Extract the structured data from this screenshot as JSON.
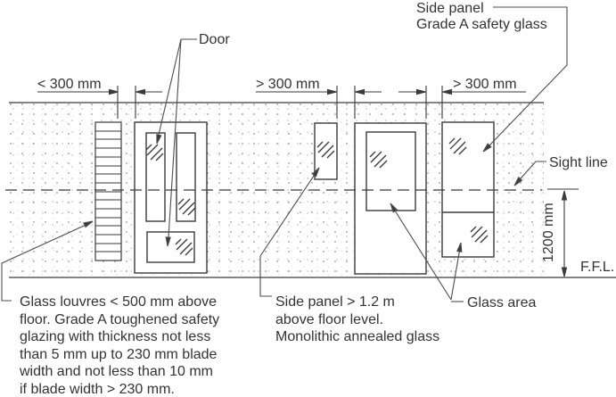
{
  "labels": {
    "door": "Door",
    "side_panel_line1": "Side panel",
    "side_panel_line2": "Grade A safety glass",
    "sight_line": "Sight line",
    "glass_area": "Glass area",
    "ffl": "F.F.L.",
    "height_dimension": "1200 mm"
  },
  "dimensions": {
    "gap_louvre_door": "< 300 mm",
    "gap_side_panel_1": "> 300 mm",
    "gap_side_panel_2": "> 300 mm"
  },
  "notes": {
    "louvre_lines": [
      "Glass louvres < 500 mm above",
      "floor. Grade A toughened safety",
      "glazing with thickness not less",
      "than 5 mm up to 230 mm blade",
      "width and not less than 10 mm",
      "if blade width > 230 mm."
    ],
    "side_panel_lines": [
      "Side panel > 1.2 m",
      "above floor level.",
      "Monolithic annealed glass"
    ]
  },
  "colors": {
    "line": "#3a3a3a",
    "leader": "#4d4d4d",
    "text": "#333333",
    "wall_speckle": "#a8a8a8"
  }
}
